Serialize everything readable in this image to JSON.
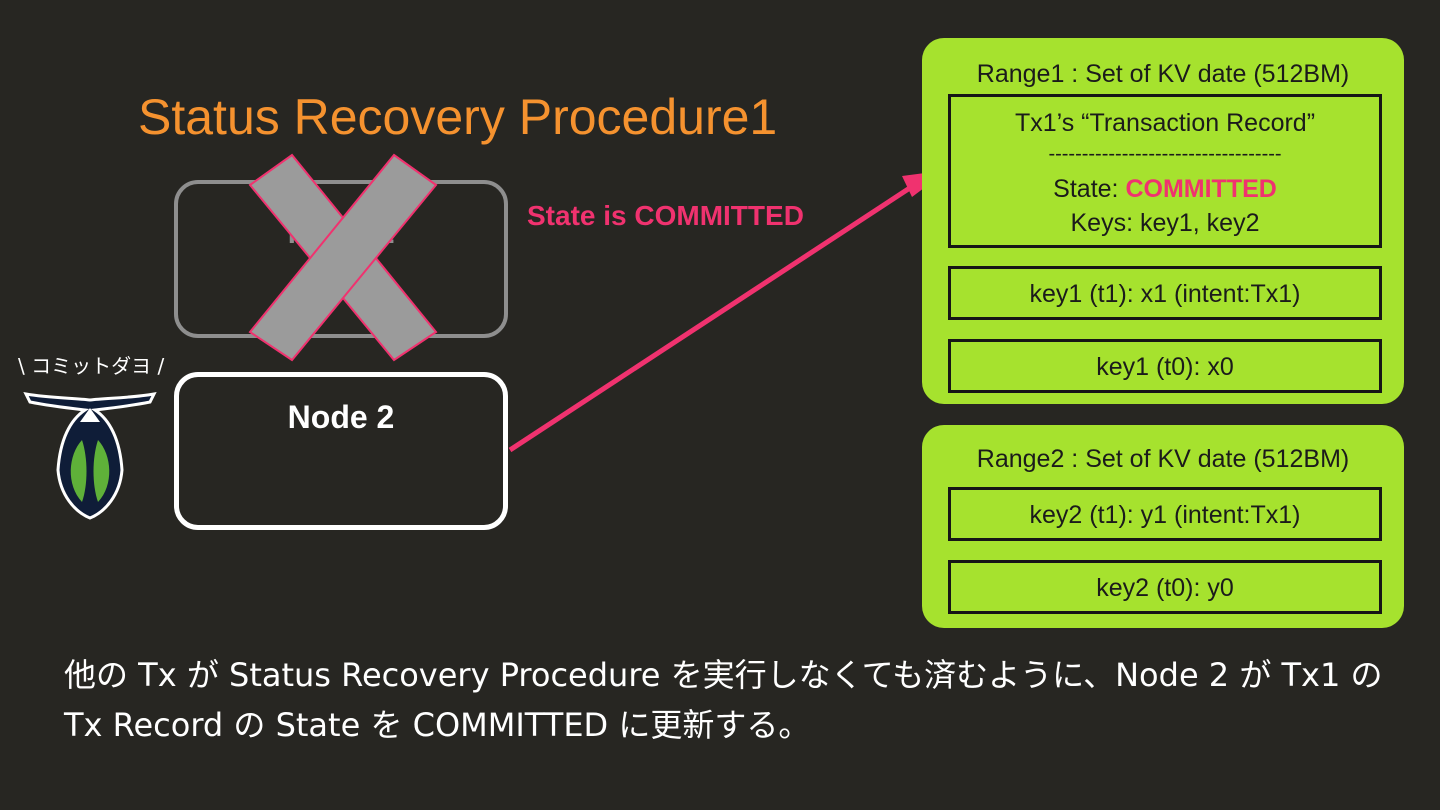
{
  "title": "Status Recovery Procedure1",
  "node1": {
    "label": "Node 1",
    "status": "failed"
  },
  "node2": {
    "label": "Node 2"
  },
  "state_message": "State is COMMITTED",
  "mascot": {
    "speech": "\\ コミットダヨ /"
  },
  "range1": {
    "title": "Range1 : Set of KV date (512BM)",
    "tx_record": {
      "heading": "Tx1’s “Transaction Record”",
      "separator": "-----------------------------------",
      "state_label": "State: ",
      "state_value": "COMMITTED",
      "keys": "Keys: key1, key2"
    },
    "rows": [
      "key1 (t1): x1 (intent:Tx1)",
      "key1 (t0): x0"
    ]
  },
  "range2": {
    "title": "Range2 : Set of KV date (512BM)",
    "rows": [
      "key2 (t1): y1 (intent:Tx1)",
      "key2 (t0): y0"
    ]
  },
  "caption": "他の Tx が Status Recovery Procedure を実行しなくても済むように、Node 2 が Tx1 の Tx Record の State を COMMITTED に更新する。",
  "colors": {
    "background": "#272622",
    "title": "#f5922f",
    "accent_pink": "#f0326f",
    "range_green": "#a6e22e",
    "failed_gray": "#8e8e8e"
  }
}
